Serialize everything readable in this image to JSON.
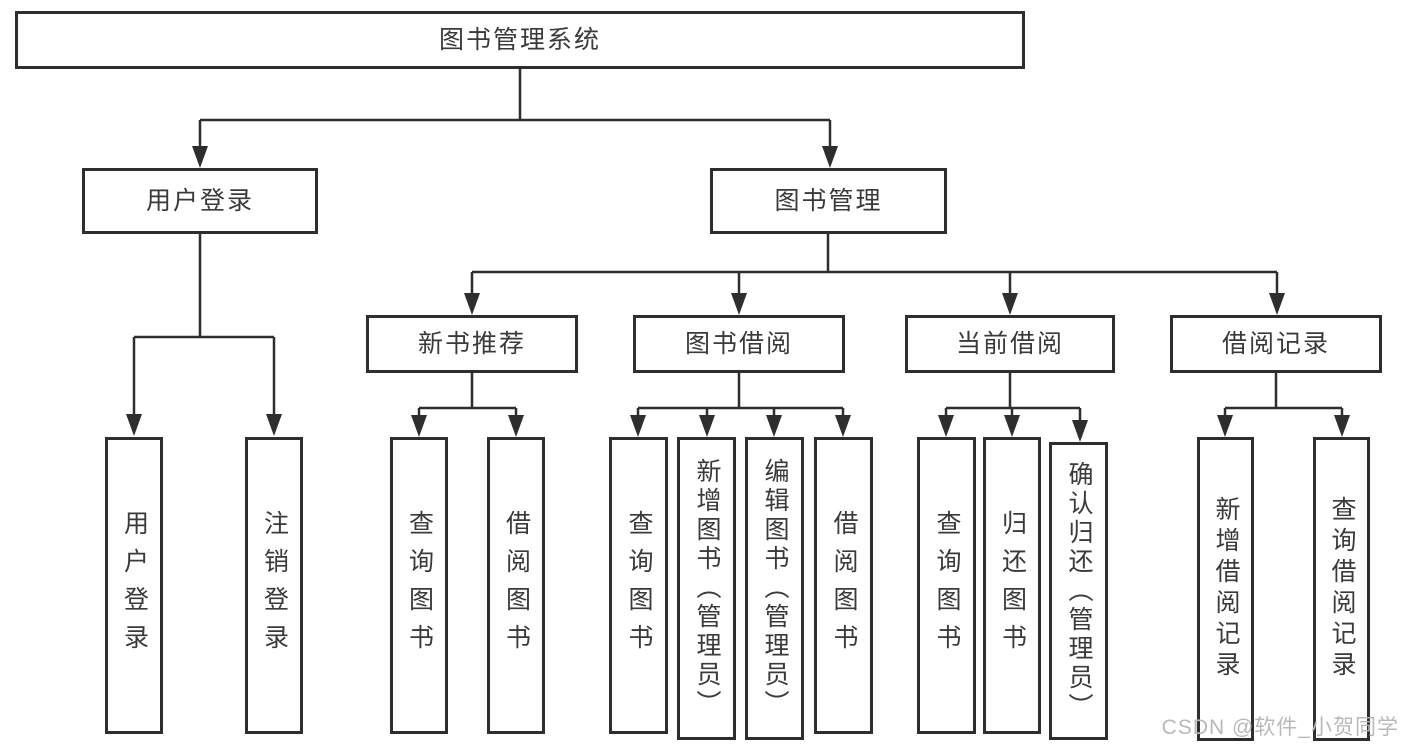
{
  "tree": {
    "label": "图书管理系统",
    "children": [
      {
        "label": "用户登录",
        "children": [
          {
            "label": "用户登录"
          },
          {
            "label": "注销登录"
          }
        ]
      },
      {
        "label": "图书管理",
        "children": [
          {
            "label": "新书推荐",
            "children": [
              {
                "label": "查询图书"
              },
              {
                "label": "借阅图书"
              }
            ]
          },
          {
            "label": "图书借阅",
            "children": [
              {
                "label": "查询图书"
              },
              {
                "label": "新增图书（管理员）"
              },
              {
                "label": "编辑图书（管理员）"
              },
              {
                "label": "借阅图书"
              }
            ]
          },
          {
            "label": "当前借阅",
            "children": [
              {
                "label": "查询图书"
              },
              {
                "label": "归还图书"
              },
              {
                "label": "确认归还（管理员）"
              }
            ]
          },
          {
            "label": "借阅记录",
            "children": [
              {
                "label": "新增借阅记录"
              },
              {
                "label": "查询借阅记录"
              }
            ]
          }
        ]
      }
    ]
  },
  "watermark": {
    "text": "CSDN @软件_小贺同学"
  },
  "colors": {
    "line": "#2e2e2e",
    "text": "#3a3a3a",
    "watermark": "#b9b9b9",
    "bg": "#ffffff"
  }
}
